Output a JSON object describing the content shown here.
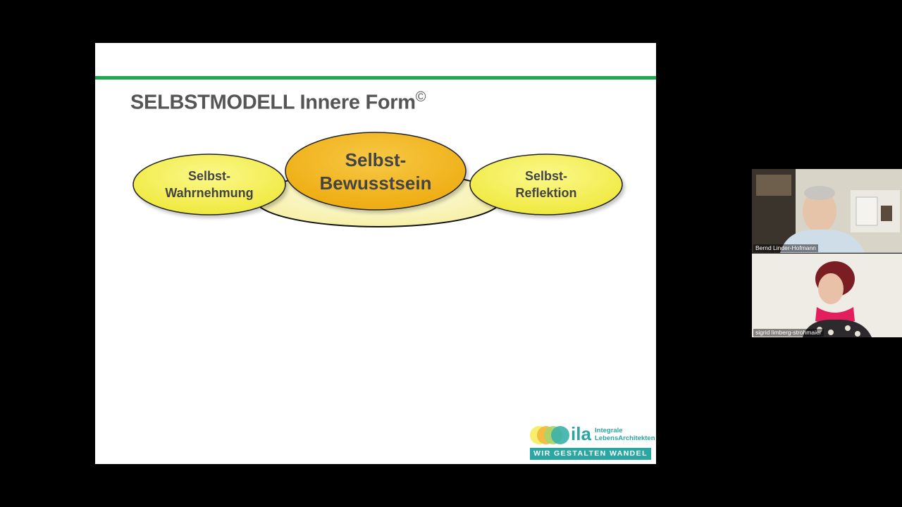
{
  "slide": {
    "title": "SELBSTMODELL Innere Form",
    "title_mark": "©",
    "nodes": {
      "left_line1": "Selbst-",
      "left_line2": "Wahrnehmung",
      "center_line1": "Selbst-",
      "center_line2": "Bewusstsein",
      "right_line1": "Selbst-",
      "right_line2": "Reflektion"
    },
    "logo": {
      "brand": "ila",
      "name_line1": "Integrale",
      "name_line2": "LebensArchitekten",
      "tagline": "WIR GESTALTEN WANDEL"
    }
  },
  "participants": [
    {
      "name": "Bernd Linder-Hofmann"
    },
    {
      "name": "sigrid limberg-strohmaier"
    }
  ],
  "colors": {
    "background": "#000000",
    "slide_bg": "#ffffff",
    "accent_green": "#1fa84f",
    "node_yellow": "#f5f15a",
    "node_center": "#f2b61c",
    "base_ellipse": "#fbf7c8",
    "logo_teal": "#2aa7a3"
  },
  "icons": {
    "logo_circles": "overlapping-circles-icon"
  }
}
